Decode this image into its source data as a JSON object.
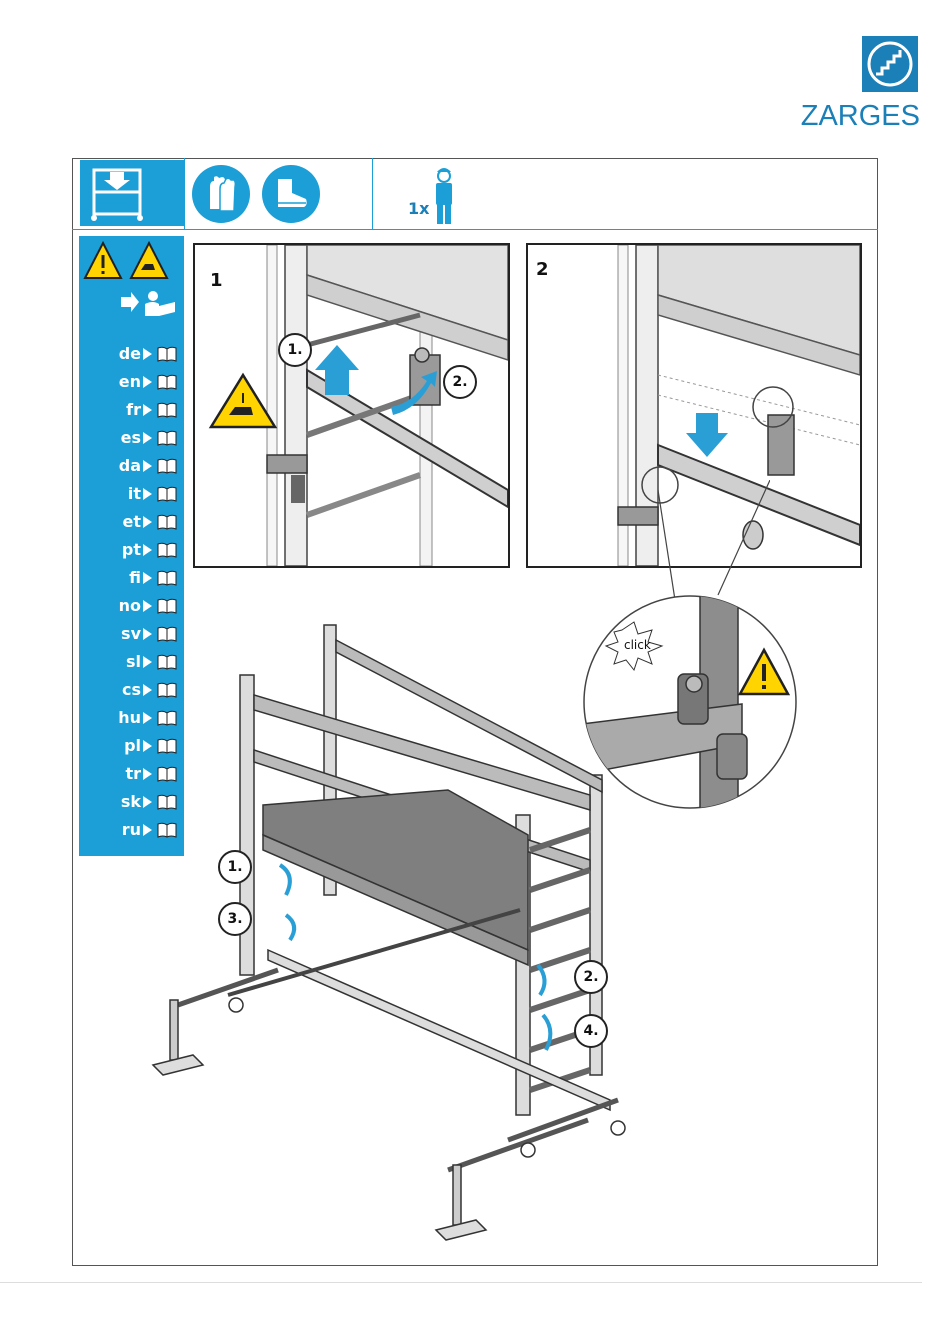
{
  "brand": {
    "name": "ZARGES",
    "color": "#1b7fb8"
  },
  "header": {
    "icons": [
      "assembly-icon",
      "gloves-icon",
      "safety-boots-icon",
      "person-icon"
    ],
    "persons_count": "1x"
  },
  "sidebar": {
    "warning_icons": [
      "warning-icon",
      "hand-crush-warning-icon"
    ],
    "manual_icon": "read-manual-icon",
    "languages": [
      "de",
      "en",
      "fr",
      "es",
      "da",
      "it",
      "et",
      "pt",
      "fi",
      "no",
      "sv",
      "sl",
      "cs",
      "hu",
      "pl",
      "tr",
      "sk",
      "ru"
    ],
    "accent": "#1b9fd6"
  },
  "panels": [
    {
      "number": "1",
      "steps": [
        "1.",
        "2."
      ]
    },
    {
      "number": "2"
    }
  ],
  "zoom": {
    "label": "click"
  },
  "main": {
    "steps": [
      "1.",
      "2.",
      "3.",
      "4."
    ]
  }
}
